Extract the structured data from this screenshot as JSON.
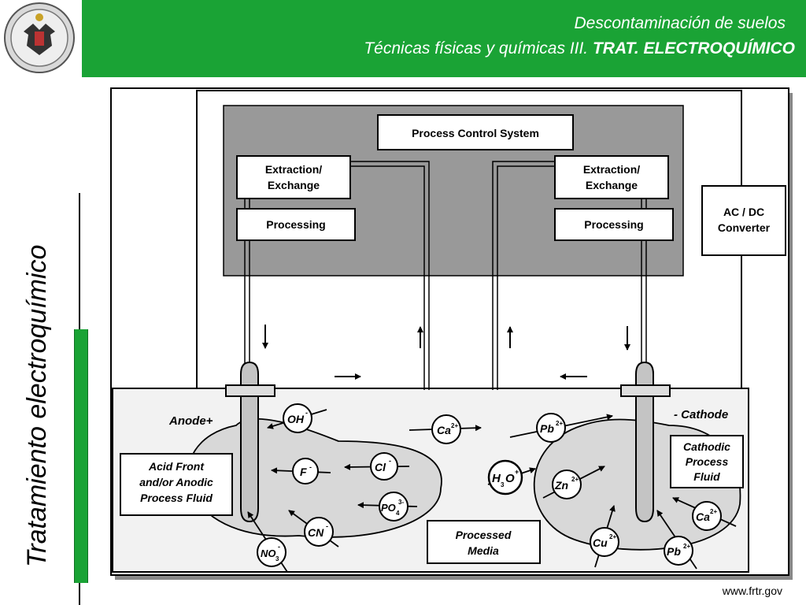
{
  "header": {
    "title_line1": "Descontaminación de suelos",
    "title_line2_normal": "Técnicas físicas y químicas III. ",
    "title_line2_bold": "TRAT. ELECTROQUÍMICO",
    "bar_color": "#1aa335"
  },
  "side_label": "Tratamiento electroquímico",
  "footer_url": "www.frtr.gov",
  "diagram": {
    "process_control": "Process Control System",
    "extraction_left": [
      "Extraction/",
      "Exchange"
    ],
    "processing_left": "Processing",
    "extraction_right": [
      "Extraction/",
      "Exchange"
    ],
    "processing_right": "Processing",
    "converter": [
      "AC / DC",
      "Converter"
    ],
    "anode_label": "Anode+",
    "cathode_label": "- Cathode",
    "acid_front": [
      "Acid Front",
      "and/or Anodic",
      "Process Fluid"
    ],
    "cathodic_fluid": [
      "Cathodic",
      "Process",
      "Fluid"
    ],
    "processed_media": [
      "Processed",
      "Media"
    ],
    "ions": {
      "oh": [
        "OH",
        "-"
      ],
      "ca_mid": [
        "Ca",
        "2+"
      ],
      "pb_top": [
        "Pb",
        "2+"
      ],
      "f": [
        "F",
        "-"
      ],
      "cl": [
        "Cl",
        "-"
      ],
      "po4": [
        "PO",
        "4",
        "3-"
      ],
      "cn": [
        "CN",
        "-"
      ],
      "no3": [
        "NO",
        "3",
        "-"
      ],
      "h3o": [
        "H",
        "3",
        "O",
        "+"
      ],
      "zn": [
        "Zn",
        "2+"
      ],
      "cu": [
        "Cu",
        "2+"
      ],
      "pb_bottom": [
        "Pb",
        "2+"
      ],
      "ca_right": [
        "Ca",
        "2+"
      ]
    }
  }
}
